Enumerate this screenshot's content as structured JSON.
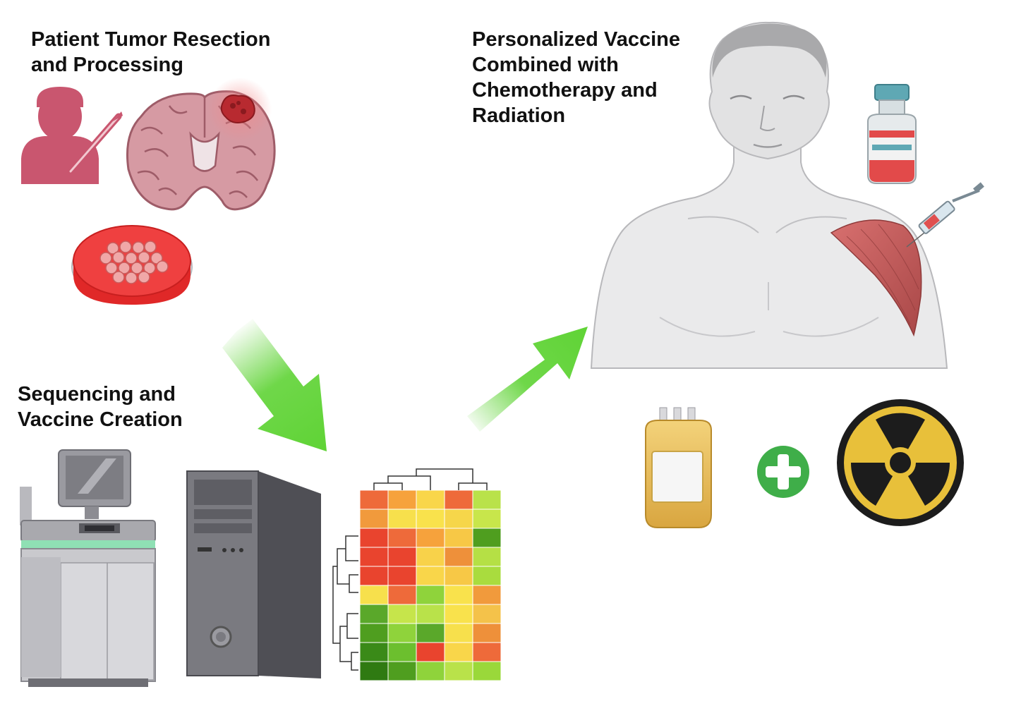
{
  "steps": {
    "resection": {
      "line1": "Patient Tumor Resection",
      "line2": "and Processing"
    },
    "sequencing": {
      "line1": "Sequencing and",
      "line2": "Vaccine Creation"
    },
    "vaccine": {
      "line1": "Personalized Vaccine",
      "line2": "Combined with",
      "line3": "Chemotherapy and",
      "line4": "Radiation"
    }
  },
  "icons": [
    "surgeon-icon",
    "scalpel-icon",
    "brain-tumor-icon",
    "petri-dish-icon",
    "sequencer-icon",
    "computer-tower-icon",
    "heatmap-icon",
    "patient-torso-icon",
    "vaccine-vial-icon",
    "syringe-icon",
    "iv-bag-icon",
    "plus-icon",
    "radiation-icon"
  ],
  "colors": {
    "arrow": "#5fd335",
    "surgeon": "#c9566f",
    "plus": "#3fae49",
    "radiation": "#e8c03a"
  },
  "heatmap": {
    "rows": [
      [
        "#ee6a3a",
        "#f6a23c",
        "#f9d64a",
        "#ee6a3a",
        "#b9e24a"
      ],
      [
        "#f19a3c",
        "#f7e04c",
        "#f9e24c",
        "#f6d64a",
        "#c8e64b"
      ],
      [
        "#e9442e",
        "#ee6a3a",
        "#f6a23c",
        "#f7c846",
        "#4f9e1f"
      ],
      [
        "#e9442e",
        "#e9442e",
        "#f8d24a",
        "#ee903a",
        "#b5e045"
      ],
      [
        "#e9442e",
        "#e9442e",
        "#f9d64a",
        "#f7c846",
        "#a9dc3e"
      ],
      [
        "#f7e04c",
        "#ee6a3a",
        "#8fd33b",
        "#f9e24c",
        "#f19a3c"
      ],
      [
        "#5aa82a",
        "#c6e54b",
        "#b9e24a",
        "#f9e24c",
        "#f4c24a"
      ],
      [
        "#4f9e1f",
        "#8fd33b",
        "#5aa82a",
        "#f7e04c",
        "#ee903a"
      ],
      [
        "#3a8a18",
        "#6cbf2e",
        "#e9442e",
        "#f9d64a",
        "#ee6a3a"
      ],
      [
        "#2f7a12",
        "#4f9e1f",
        "#8fd33b",
        "#b9e24a",
        "#9ad83a"
      ]
    ]
  }
}
